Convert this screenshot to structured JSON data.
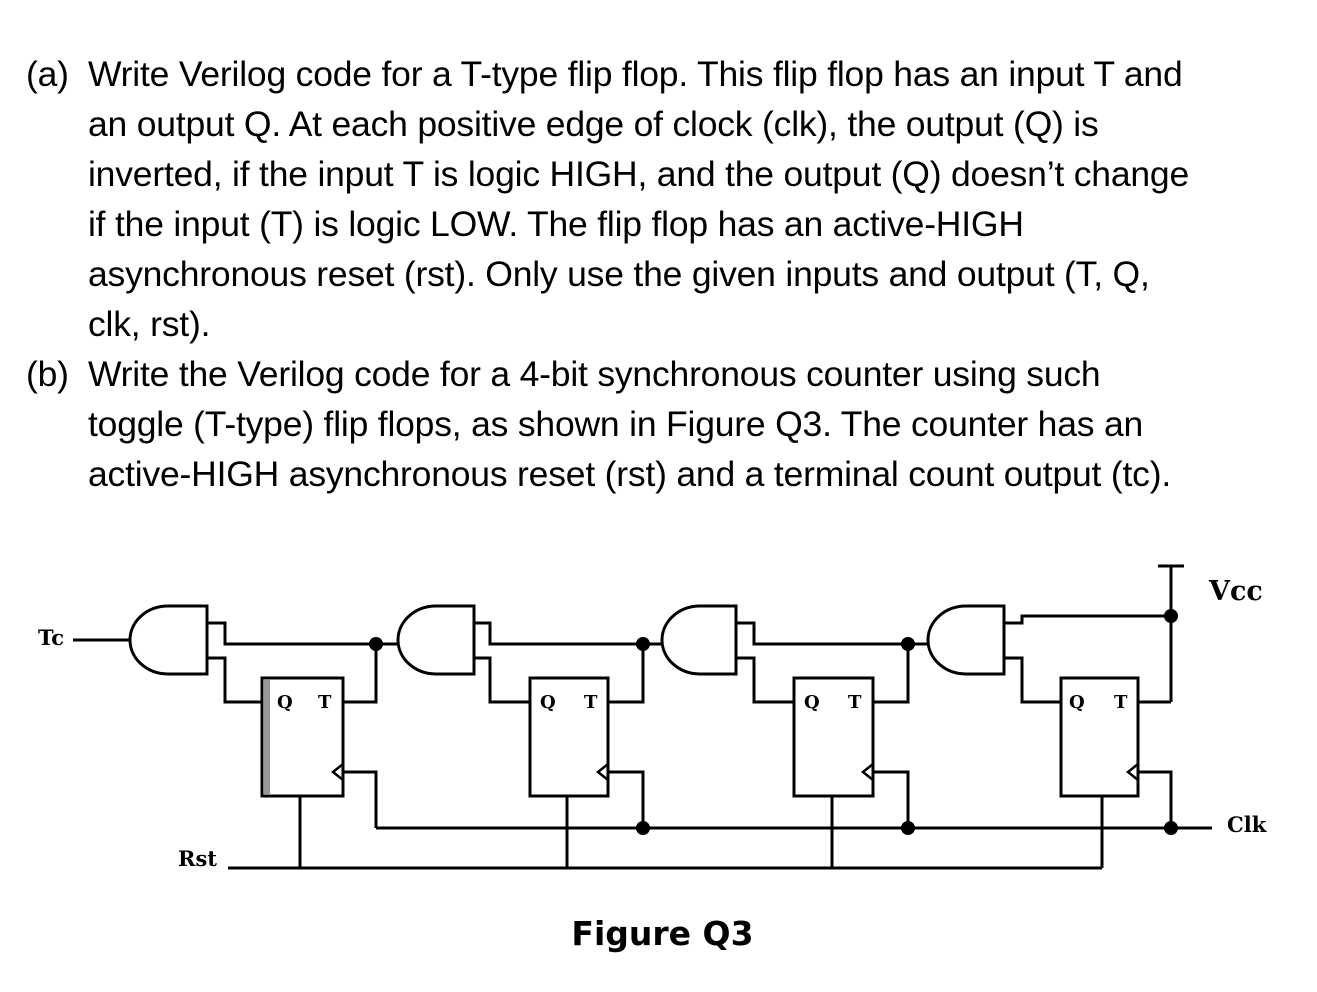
{
  "question_a": {
    "label": "(a)",
    "lines": [
      "Write Verilog code for a T-type flip flop. This flip flop has an input T and",
      "an output Q. At each positive edge of clock (clk), the output (Q) is",
      "inverted, if the input T is logic HIGH, and the output (Q) doesn’t change",
      "if the input (T) is logic LOW. The flip flop has an active-HIGH",
      "asynchronous reset (rst). Only use the given inputs and output (T, Q,",
      "clk, rst)."
    ]
  },
  "question_b": {
    "label": "(b)",
    "lines": [
      "Write the Verilog code for a 4-bit synchronous counter using such",
      "toggle (T-type) flip flops, as shown in Figure Q3. The counter has an",
      "active-HIGH asynchronous reset (rst) and a terminal count output (tc)."
    ]
  },
  "figure": {
    "caption": "Figure Q3",
    "labels": {
      "tc": "Tc",
      "vcc": "Vcc",
      "clk": "Clk",
      "rst": "Rst"
    },
    "flip_flops": [
      {
        "q_label": "Q",
        "t_label": "T"
      },
      {
        "q_label": "Q",
        "t_label": "T"
      },
      {
        "q_label": "Q",
        "t_label": "T"
      },
      {
        "q_label": "Q",
        "t_label": "T"
      }
    ],
    "and_gates": 4
  }
}
